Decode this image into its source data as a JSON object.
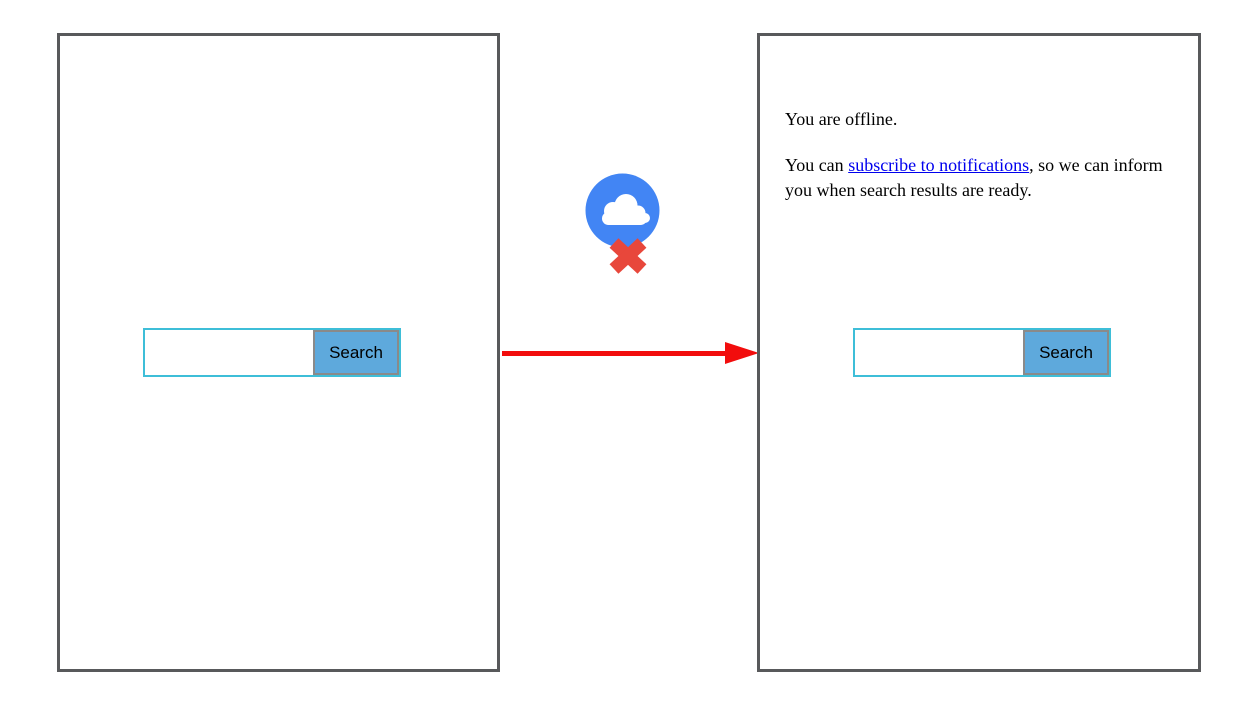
{
  "left_panel": {
    "description": "online search page",
    "search": {
      "input_value": "",
      "button_label": "Search"
    }
  },
  "right_panel": {
    "description": "offline page",
    "offline_message": "You are offline.",
    "subscribe_sentence": {
      "prefix": "You can ",
      "link_text": "subscribe to notifications",
      "suffix": ", so we can inform you when search results are ready."
    },
    "search": {
      "input_value": "",
      "button_label": "Search"
    }
  },
  "icons": {
    "offline_icon": "cloud-with-red-cross",
    "arrow_icon": "red-arrow-right"
  },
  "colors": {
    "frame_border": "#58595b",
    "search_box_border": "#3ebed8",
    "search_button_background": "#5ea9dc",
    "search_button_border": "#8a8a8a",
    "link_blue": "#0000ee",
    "arrow_red": "#f20d0d",
    "cloud_circle_blue": "#4285f4",
    "cross_red": "#e8473b"
  }
}
